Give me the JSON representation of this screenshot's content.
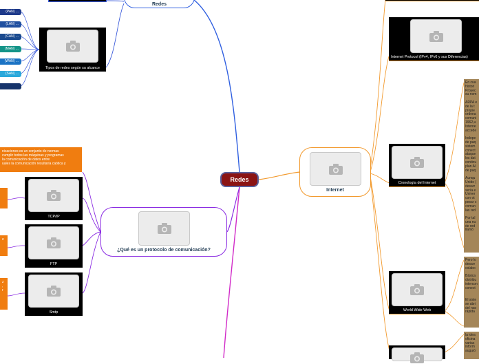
{
  "central": {
    "label": "Redes"
  },
  "top_left_bubble": {
    "label": "Redes"
  },
  "alcance": {
    "caption": "Tipos de redes según su alcance",
    "items": [
      {
        "text": "(PAN) ...",
        "color": "#1e3a8a"
      },
      {
        "text": "(LAN) ...",
        "color": "#1f4fa0"
      },
      {
        "text": "(CAN) ...",
        "color": "#1a4a8f"
      },
      {
        "text": "(MAN) ...",
        "color": "#139488"
      },
      {
        "text": "(WAN) ...",
        "color": "#1b73c4"
      },
      {
        "text": "(SAN) ...",
        "color": "#2aa8db"
      },
      {
        "text": "",
        "color": "#16346b"
      }
    ]
  },
  "protocolo": {
    "label": "¿Qué es un protocolo de comunicación?",
    "definition": "nicaciones es un conjunto de normas\ncumplir todos las máquinas y programas\nla comunicación de datos entre\nuales la comunicación resultaría caótica y",
    "children": [
      {
        "caption": "TCP/IP",
        "note": ""
      },
      {
        "caption": "FTP",
        "note": "e"
      },
      {
        "caption": "Smtp",
        "note": "z\n,\nr"
      }
    ]
  },
  "internet": {
    "label": "Internet",
    "children": [
      {
        "caption": "Internet Protocol (IPv4, IPv6 y sus Diferencias)"
      },
      {
        "caption": "Cronología del Internet"
      },
      {
        "caption": "World Wide Web"
      },
      {
        "caption": ""
      }
    ],
    "notes": [
      "En cua\nhistori\nProyec\nsu nom\n\nARPA e\nde la t\npropie\nordena\ncomuni\n1962,u\nInterne\naccede\n\nIndepe\nde paq\nsistem\nconect\nataque\nlos dat\ncontinu\nplan Al\nde paq\n\nAunqu\nUnido (\ndesarr\nsería e\nUniver\ncon ot\npesar c\ncomun\nlas red\n\nPor tal\nuna nu\nde red\nllamó",
      "Pero lo\ndesarr\ncolabo\n\nBásica\ndistribu\nintercon\nconect\n\n\nEl siste\nse abri\ndel nav\nrápida",
      "la idea\noficina\nvarias\ninform\nauguió"
    ]
  },
  "colors": {
    "central_fill": "#8b1414",
    "internet_branch": "#f29a2e",
    "protocolo_branch": "#8a2be2",
    "redes_branch": "#2f5fe0",
    "alcance_branch": "#3b5bdb",
    "down_branch": "#d12ac8"
  }
}
